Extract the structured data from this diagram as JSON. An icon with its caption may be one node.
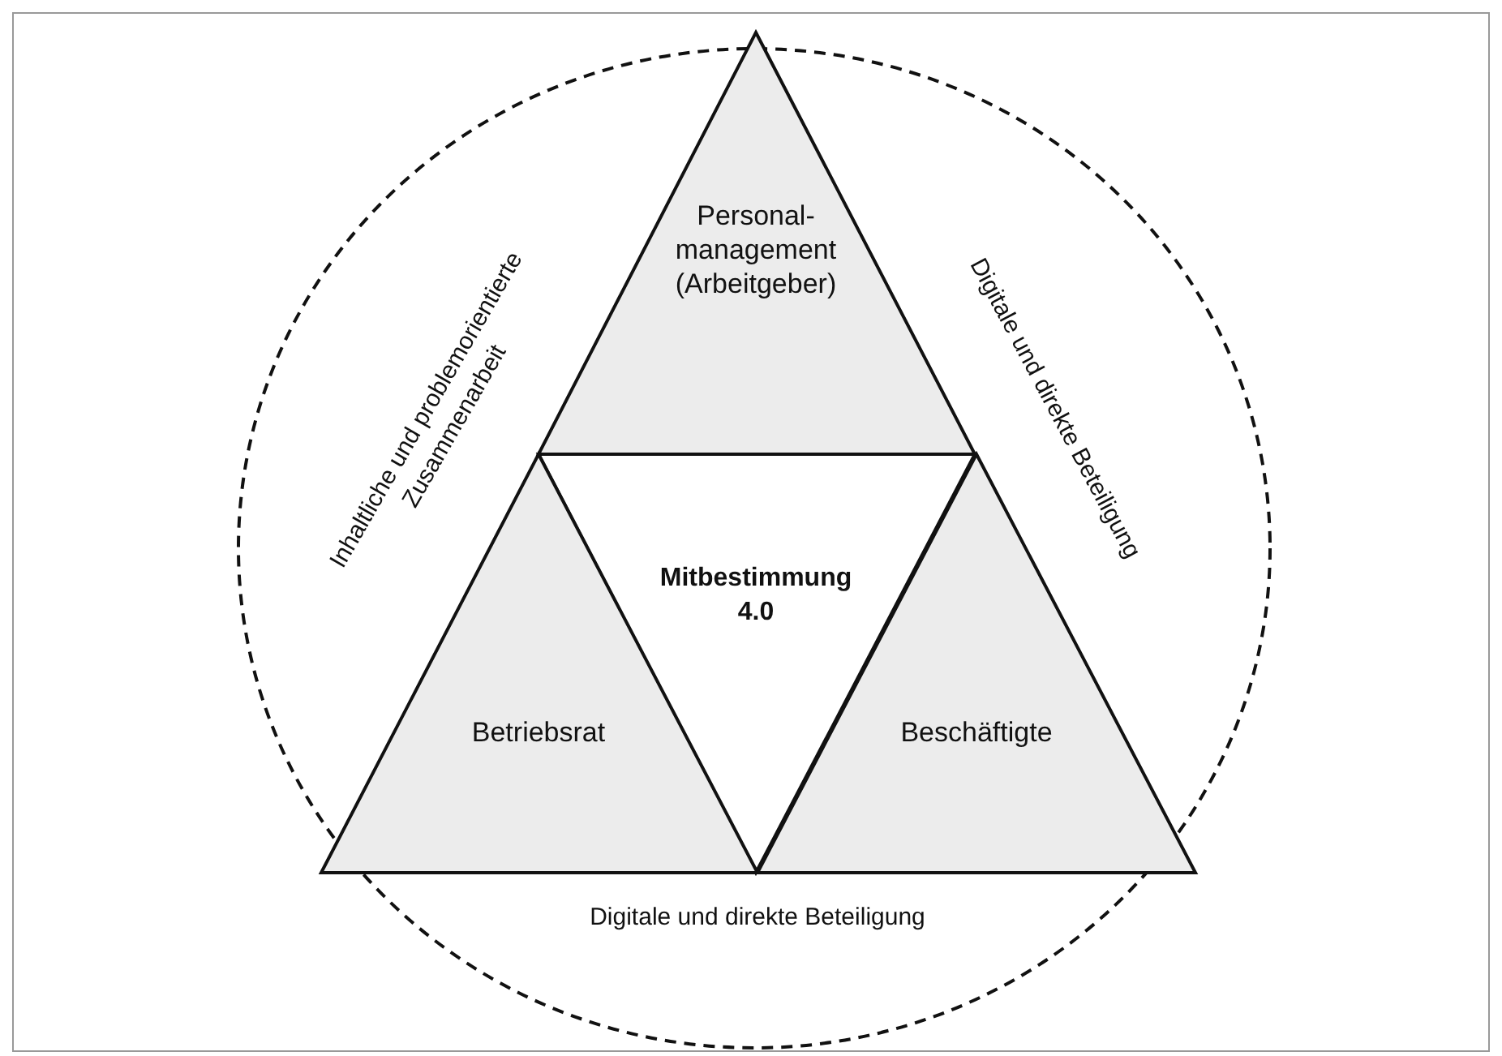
{
  "diagram": {
    "nodes": [
      {
        "text": [
          "Personal-management (Arbeitgeber)"
        ]
      },
      {
        "text": [
          "Mitbestimmung 4.0"
        ]
      },
      {
        "text": [
          "Betriebsrat"
        ]
      },
      {
        "text": [
          "Beschäftigte"
        ]
      }
    ],
    "labels": [
      "Inhaltliche und problemorientierte Zusammenarbeit",
      "Digitale und direkte Beteiligung",
      "Digitale und direkte Beteiligung"
    ]
  }
}
